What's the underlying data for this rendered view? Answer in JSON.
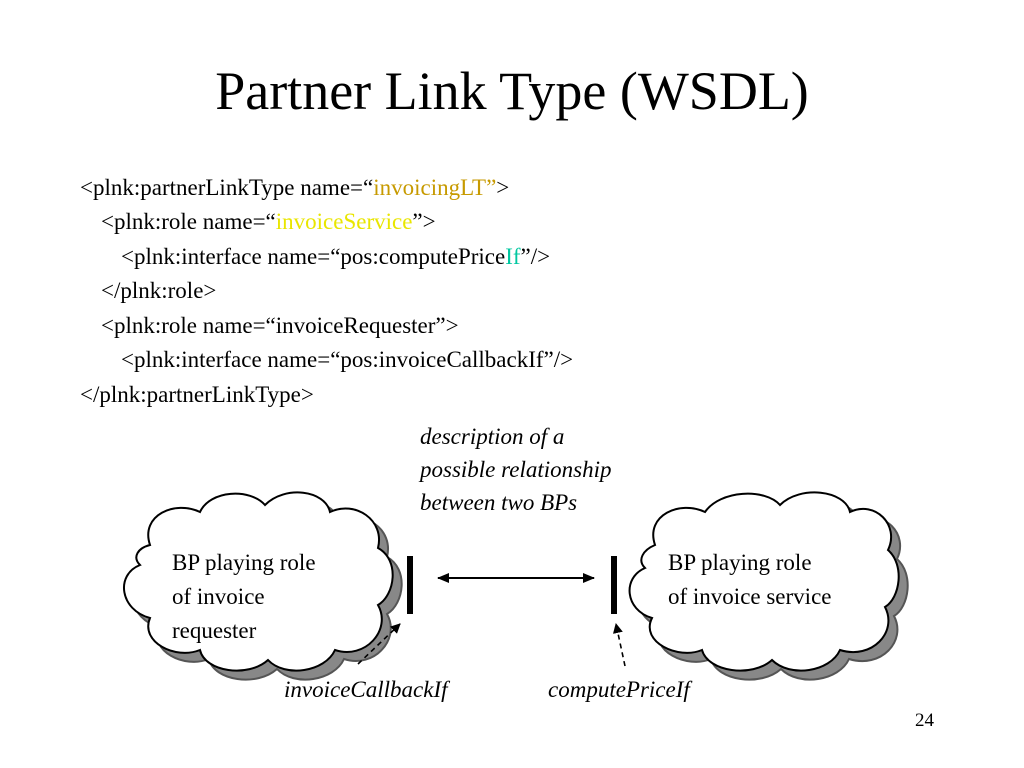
{
  "slide": {
    "title": "Partner Link Type (WSDL)",
    "page_number": "24"
  },
  "code": {
    "line1_pre": "<plnk:partnerLinkType name=“",
    "line1_val": "invoicingLT”",
    "line1_post": ">",
    "line2_pre": "<plnk:role name=“",
    "line2_val": "invoiceService",
    "line2_post": "”>",
    "line3_pre": "<plnk:interface name=“pos:computePrice",
    "line3_val": "If",
    "line3_post": "”/>",
    "line4": "</plnk:role>",
    "line5": "<plnk:role name=“invoiceRequester”>",
    "line6": "<plnk:interface name=“pos:invoiceCallbackIf”/>",
    "line7": "</plnk:partnerLinkType>"
  },
  "description": {
    "line1": "description of a",
    "line2": "possible relationship",
    "line3": "between two BPs"
  },
  "left_cloud": {
    "line1": "BP playing role",
    "line2": "of invoice",
    "line3": "requester"
  },
  "right_cloud": {
    "line1": "BP playing role",
    "line2": "of invoice service"
  },
  "interfaces": {
    "left": "invoiceCallbackIf",
    "right": "computePriceIf"
  },
  "colors": {
    "gold": "#c79a00",
    "yellow": "#e9e600",
    "green": "#00c7a0",
    "cloud_shadow": "#888888"
  }
}
